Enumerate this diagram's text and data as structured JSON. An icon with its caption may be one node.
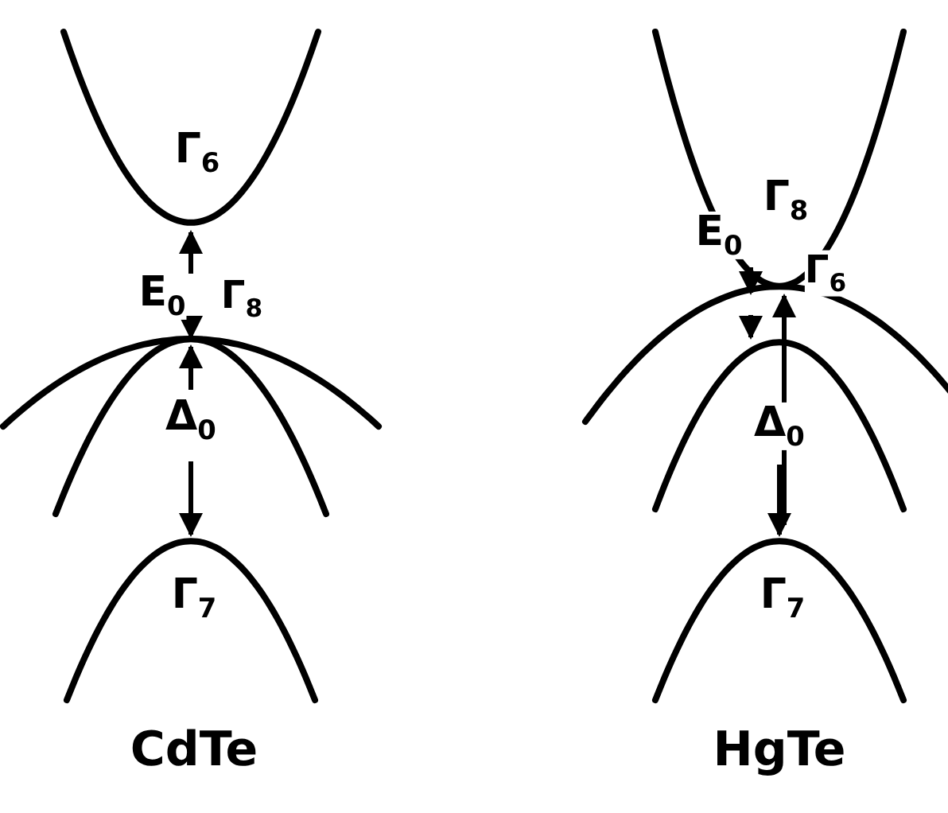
{
  "diagram": {
    "labels": [
      "Γ$_{6}$",
      "E$_{0}$",
      "Γ$_{8}$",
      "Δ$_{0}$",
      "Γ$_{7}$",
      "CdTe",
      "Γ$_{8}$",
      "E$_{0}$",
      "Γ$_{6}$",
      "Δ$_{0}$",
      "Γ$_{7}$",
      "HgTe"
    ]
  }
}
